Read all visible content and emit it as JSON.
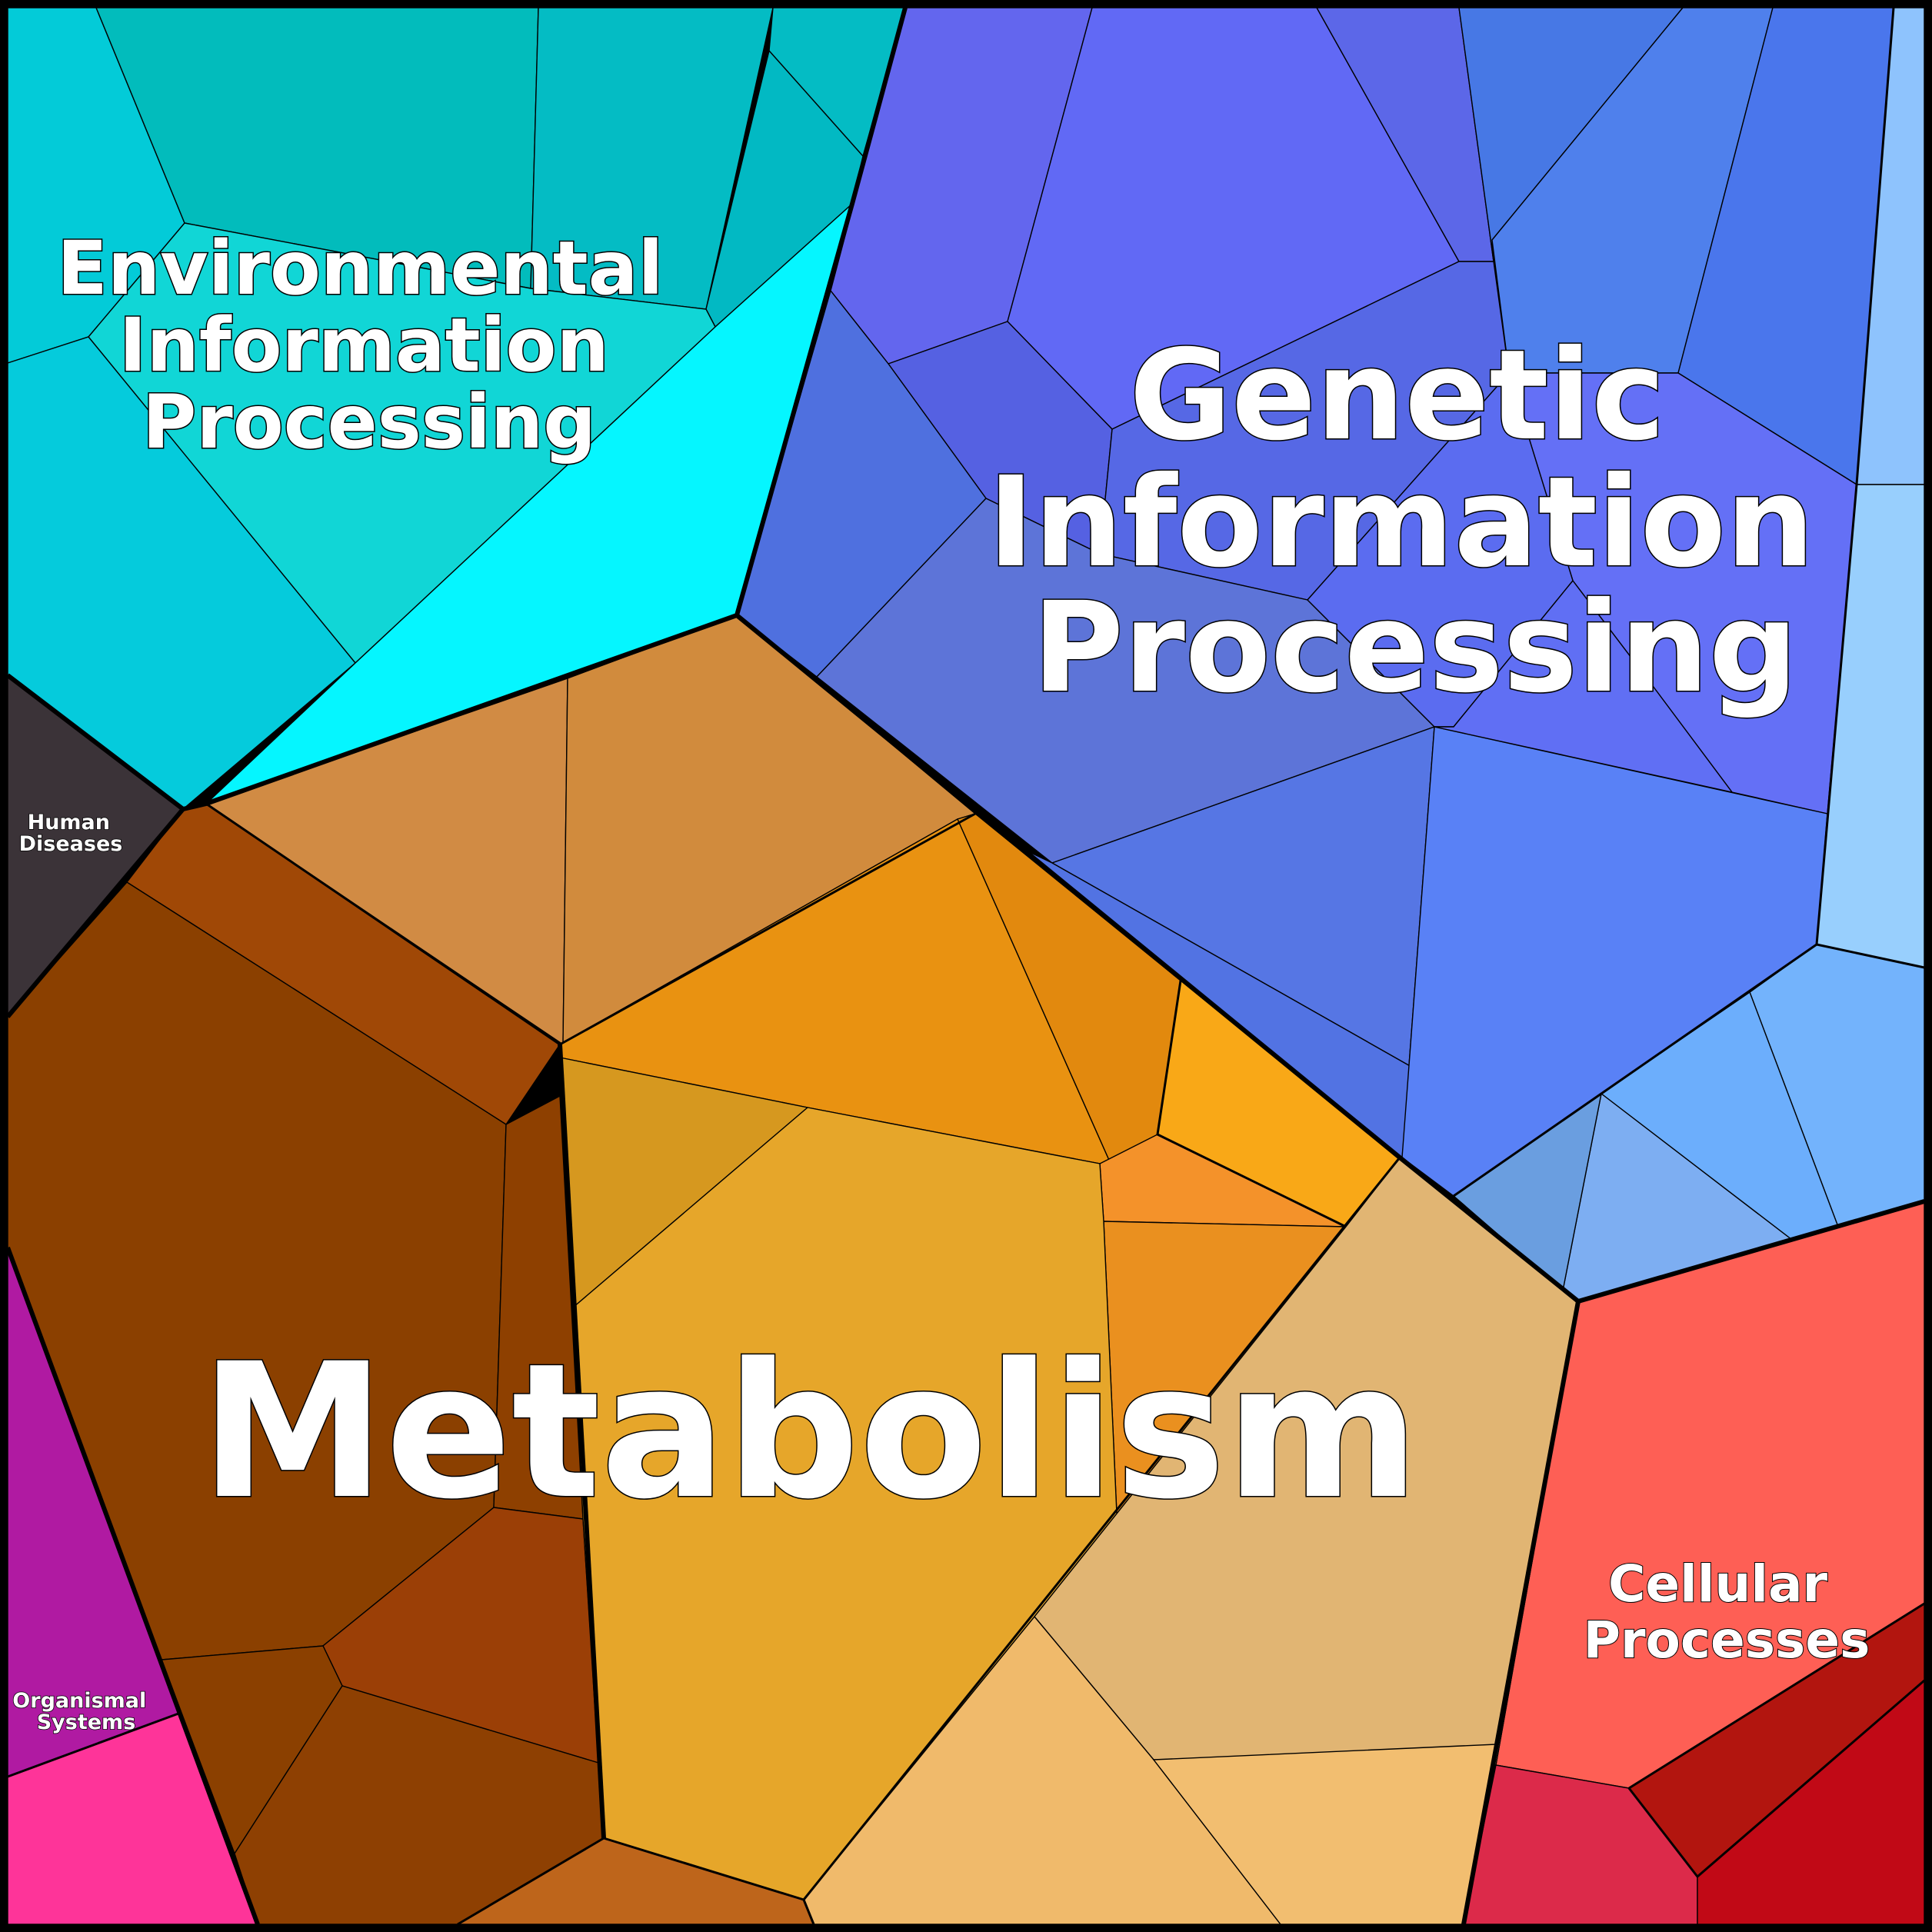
{
  "categories": {
    "metabolism": {
      "name": "Metabolism",
      "lines": [
        "Metabolism"
      ]
    },
    "genetic": {
      "name": "Genetic Information Processing",
      "lines": [
        "Genetic",
        "Information",
        "Processing"
      ]
    },
    "environmental": {
      "name": "Environmental Information Processing",
      "lines": [
        "Environmental",
        "Information",
        "Processing"
      ]
    },
    "cellular": {
      "name": "Cellular Processes",
      "lines": [
        "Cellular",
        "Processes"
      ]
    },
    "human": {
      "name": "Human Diseases",
      "lines": [
        "Human",
        "Diseases"
      ]
    },
    "organismal": {
      "name": "Organismal Systems",
      "lines": [
        "Organismal",
        "Systems"
      ]
    }
  },
  "colors": {
    "metabolism": [
      "#8b4000",
      "#a04806",
      "#d18b3d",
      "#e99211",
      "#e6a62a",
      "#e1b573",
      "#f0ba6b"
    ],
    "genetic": [
      "#6366ee",
      "#5468e4",
      "#4f72e2",
      "#587cf5",
      "#4878ea"
    ],
    "environmental": [
      "#03c6da",
      "#02bcbc",
      "#11d6d6",
      "#05f6ff"
    ],
    "cellular": [
      "#fe5f55",
      "#dc2a4a",
      "#b2150f",
      "#c10916"
    ],
    "human": [
      "#3b3338"
    ],
    "organismal": [
      "#b01aa2",
      "#fe3499"
    ],
    "light_blue": [
      "#8ec3fd",
      "#73b3fc"
    ]
  }
}
